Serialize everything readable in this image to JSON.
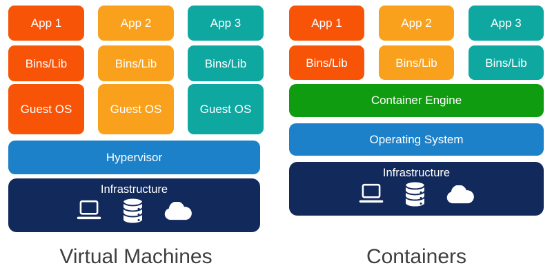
{
  "vm": {
    "title": "Virtual Machines",
    "columns": [
      {
        "app": "App 1",
        "bins": "Bins/Lib",
        "guest_os": "Guest OS"
      },
      {
        "app": "App 2",
        "bins": "Bins/Lib",
        "guest_os": "Guest OS"
      },
      {
        "app": "App 3",
        "bins": "Bins/Lib",
        "guest_os": "Guest OS"
      }
    ],
    "hypervisor_label": "Hypervisor",
    "infrastructure_label": "Infrastructure",
    "infrastructure_icons": [
      "laptop-icon",
      "database-icon",
      "cloud-icon"
    ]
  },
  "containers": {
    "title": "Containers",
    "columns": [
      {
        "app": "App 1",
        "bins": "Bins/Lib"
      },
      {
        "app": "App 2",
        "bins": "Bins/Lib"
      },
      {
        "app": "App 3",
        "bins": "Bins/Lib"
      }
    ],
    "container_engine_label": "Container Engine",
    "operating_system_label": "Operating System",
    "infrastructure_label": "Infrastructure",
    "infrastructure_icons": [
      "laptop-icon",
      "database-icon",
      "cloud-icon"
    ]
  },
  "palette": {
    "app_column_1": "#F85408",
    "app_column_2": "#F9A11D",
    "app_column_3": "#0EA8A1",
    "hypervisor_and_os_bar": "#1C81C9",
    "container_engine_bar": "#109C10",
    "infrastructure_bar": "#12295B",
    "block_text": "#FFFFFF",
    "title_text": "#3F3F3F",
    "background": "#FFFFFF"
  }
}
